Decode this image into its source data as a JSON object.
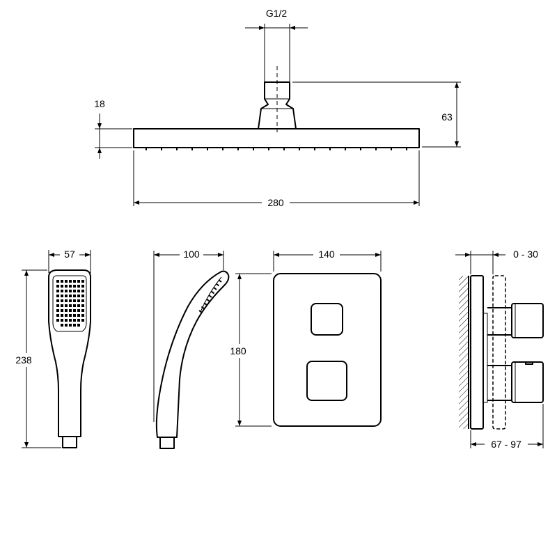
{
  "dimensions": {
    "inlet": "G1/2",
    "head_thickness": "18",
    "head_height": "63",
    "head_width": "280",
    "hand_width": "57",
    "hand_length": "238",
    "hand_depth": "100",
    "plate_width": "140",
    "plate_height": "180",
    "wall_offset": "0 - 30",
    "projection": "67 - 97"
  }
}
